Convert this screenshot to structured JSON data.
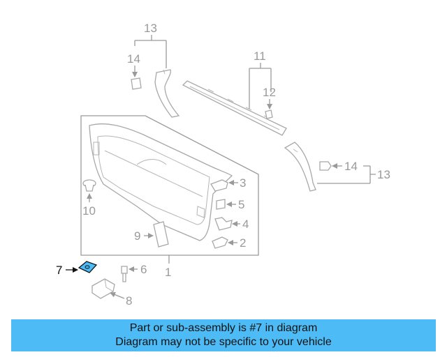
{
  "diagram": {
    "callouts": {
      "c1": "1",
      "c2": "2",
      "c3": "3",
      "c4": "4",
      "c5": "5",
      "c6": "6",
      "c7": "7",
      "c8": "8",
      "c9": "9",
      "c10": "10",
      "c11": "11",
      "c12": "12",
      "c13a": "13",
      "c13b": "13",
      "c14a": "14",
      "c14b": "14"
    },
    "highlighted_part": "7",
    "colors": {
      "lines": "#9a9a9a",
      "highlight": "#4dbcf6",
      "banner": "#4dbcf6"
    }
  },
  "caption": {
    "line1": "Part or sub-assembly is #7 in diagram",
    "line2": "Diagram may not be specific to your vehicle"
  }
}
